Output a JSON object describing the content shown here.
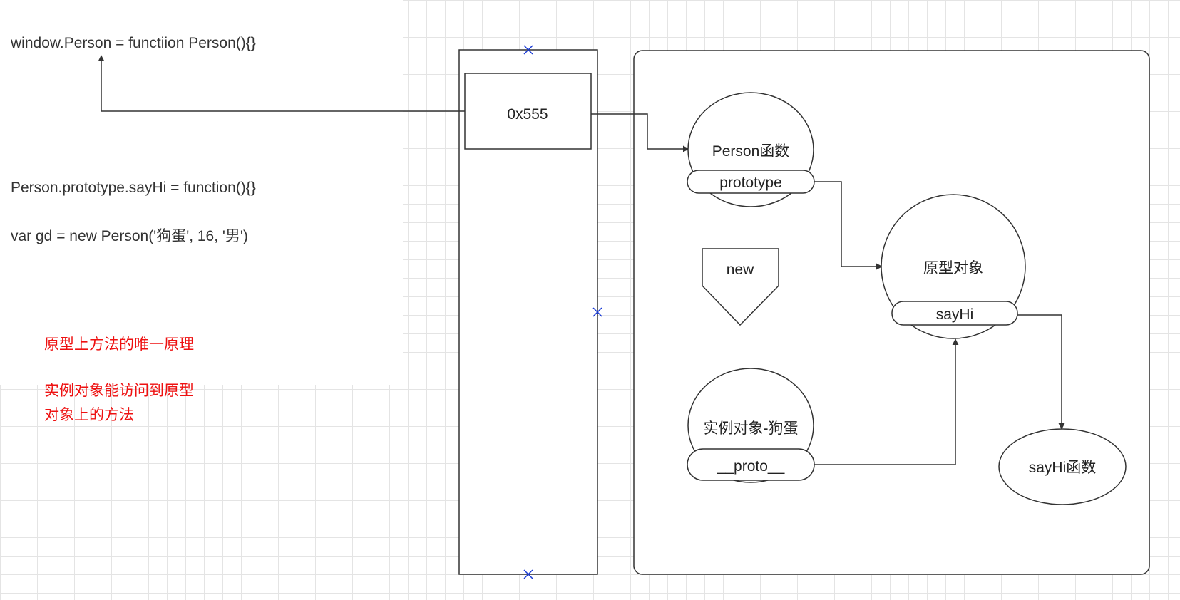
{
  "code": {
    "line1": "window.Person = functiion Person(){}",
    "line2": "Person.prototype.sayHi = function(){}",
    "line3": "var gd = new Person('狗蛋', 16, '男')"
  },
  "notes": {
    "title": "原型上方法的唯一原理",
    "line1": "实例对象能访问到原型",
    "line2": "对象上的方法"
  },
  "stack": {
    "address": "0x555"
  },
  "heap": {
    "person_fn": "Person函数",
    "prototype_slot": "prototype",
    "new_label": "new",
    "prototype_obj": "原型对象",
    "sayhi_slot": "sayHi",
    "instance_obj": "实例对象-狗蛋",
    "proto_slot": "__proto__",
    "sayhi_fn": "sayHi函数"
  },
  "colors": {
    "stroke": "#333333",
    "note_text": "#ee1111",
    "selection_marker": "#1a3bd6",
    "grid": "#e4e4e4"
  }
}
